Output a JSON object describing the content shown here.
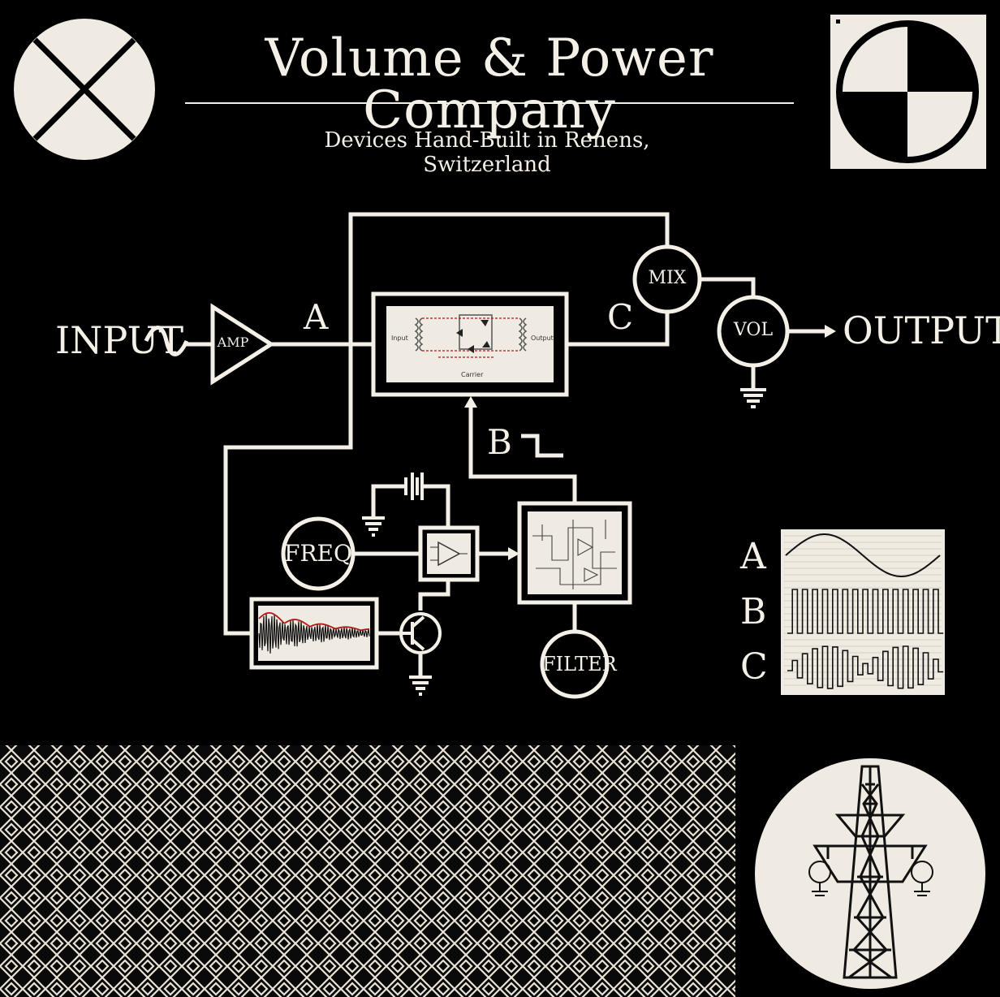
{
  "header": {
    "title": "Volume & Power Company",
    "subtitle": "Devices Hand-Built in Renens, Switzerland"
  },
  "diagram": {
    "input_label": "INPUT",
    "output_label": "OUTPUT",
    "amp_label": "AMP",
    "mix_label": "MIX",
    "vol_label": "VOL",
    "freq_label": "FREQ",
    "filter_label": "FILTER",
    "signal_a": "A",
    "signal_b": "B",
    "signal_c": "C",
    "ring_mod_input": "Input",
    "ring_mod_output": "Output",
    "ring_mod_carrier": "Carrier"
  },
  "waveforms": {
    "labels": [
      "A",
      "B",
      "C"
    ]
  },
  "icons": [
    "x-circle-logo-icon",
    "checker-circle-logo-icon",
    "pylon-icon",
    "ground-icon",
    "transistor-icon",
    "battery-icon",
    "sine-icon",
    "square-wave-icon"
  ],
  "colors": {
    "background": "#000000",
    "foreground": "#f4f0e8",
    "panel": "#efebe2",
    "accent_red": "#b01818"
  }
}
